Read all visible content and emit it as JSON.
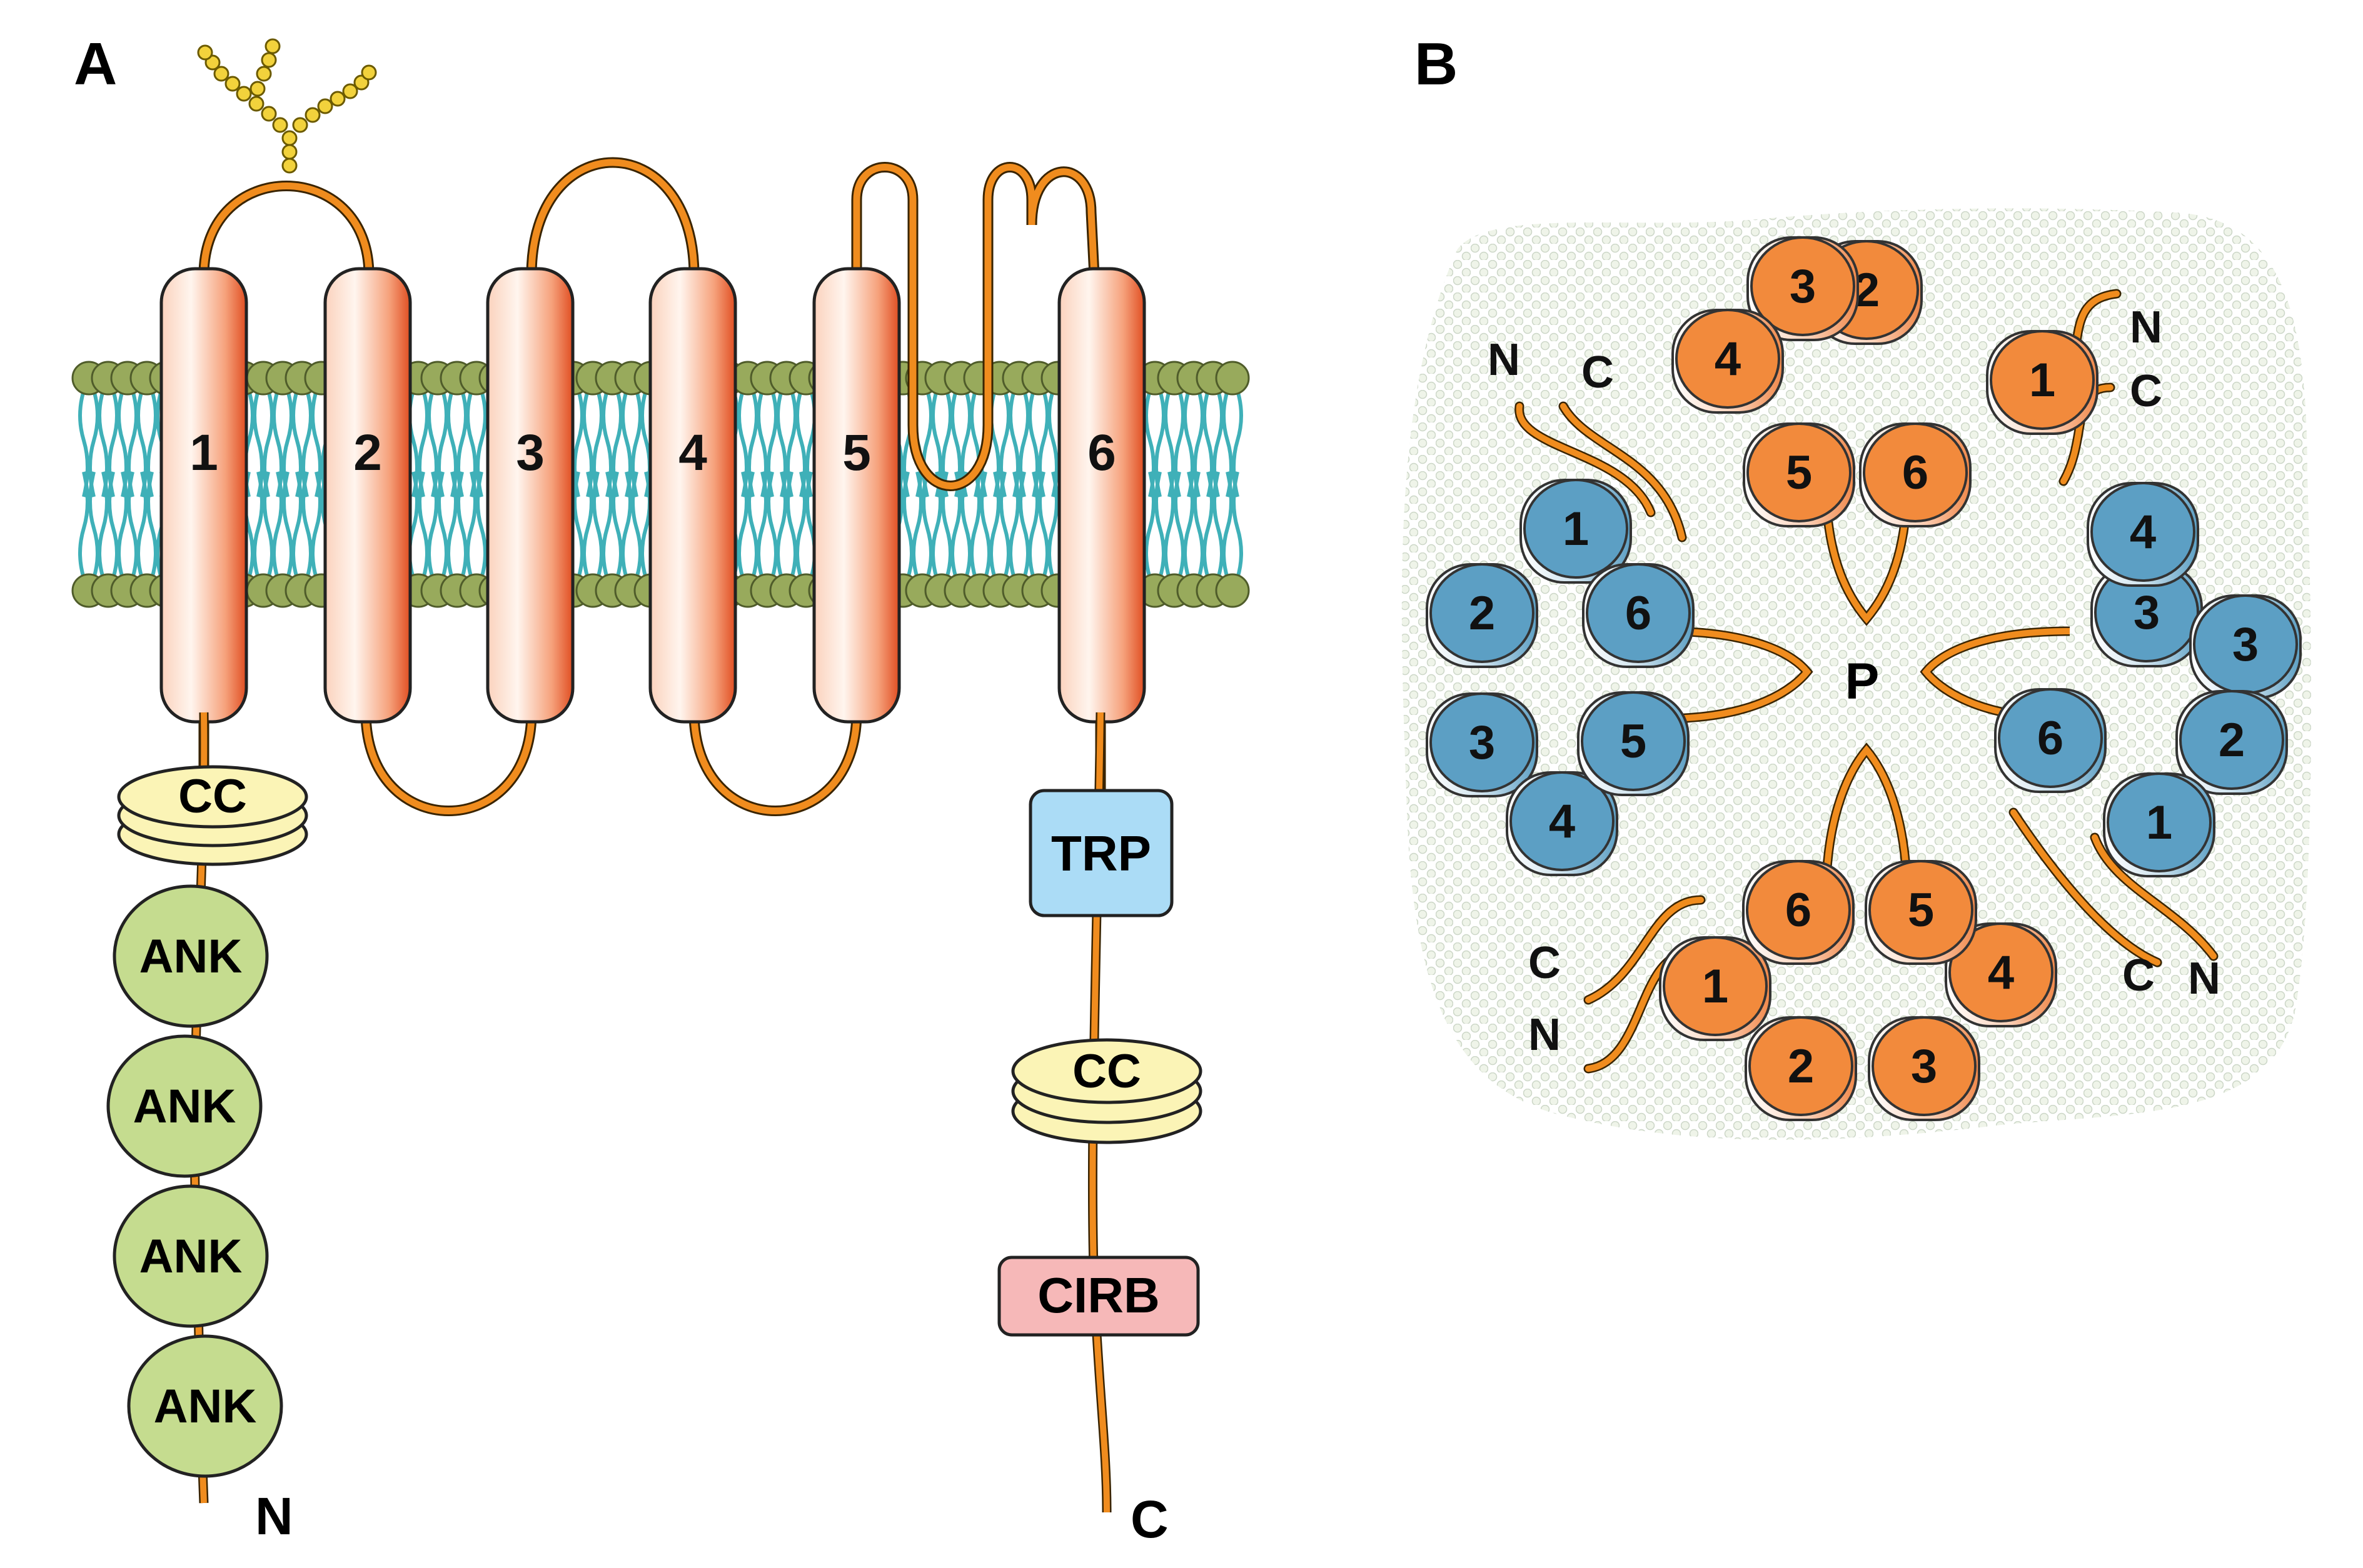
{
  "panel_a": {
    "label": "A",
    "helices": [
      "1",
      "2",
      "3",
      "4",
      "5",
      "6"
    ],
    "n_domains": [
      "CC",
      "ANK",
      "ANK",
      "ANK",
      "ANK"
    ],
    "c_domains": [
      "TRP",
      "CC",
      "CIRB"
    ],
    "n_terminus": "N",
    "c_terminus": "C"
  },
  "panel_b": {
    "label": "B",
    "pore": "P",
    "helix_numbers": [
      "1",
      "2",
      "3",
      "4",
      "5",
      "6"
    ],
    "terminus_n": "N",
    "terminus_c": "C"
  },
  "colors": {
    "tail": "#f08c1e",
    "helix_light": "#fff4ec",
    "helix_dark": "#e6562a",
    "cylinder_orange": "#f28a3c",
    "cylinder_blue": "#5c9fc4",
    "cc": "#fbf4b6",
    "ank": "#c5dc8f",
    "trp": "#abdcf6",
    "cirb": "#f6b8b8",
    "lipid_head": "#98aa5c",
    "lipid_tail": "#3fb0b8"
  }
}
